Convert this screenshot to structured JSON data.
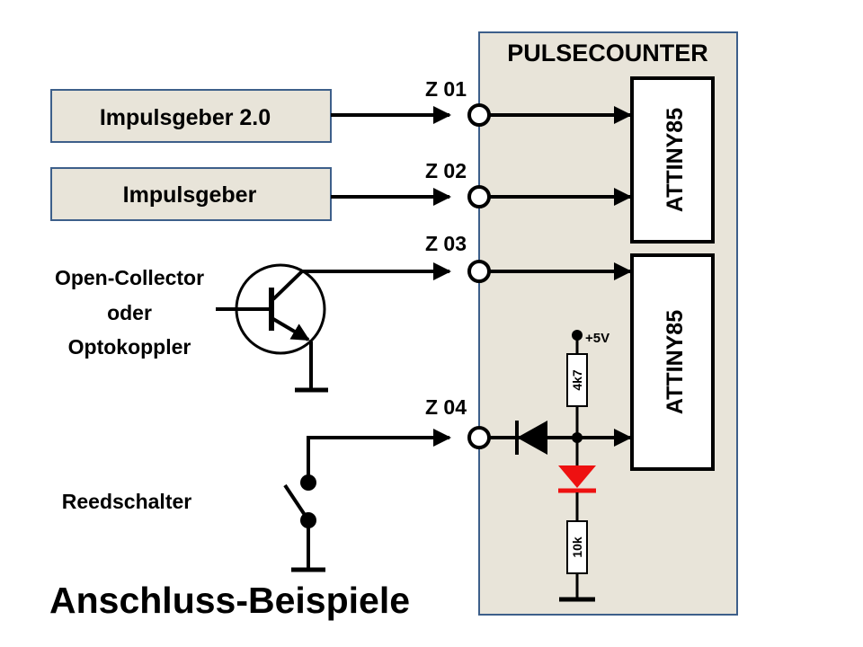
{
  "module": {
    "title": "PULSECOUNTER"
  },
  "inputs": [
    {
      "source": "Impulsgeber 2.0",
      "terminal": "Z 01"
    },
    {
      "source": "Impulsgeber",
      "terminal": "Z 02"
    },
    {
      "terminal": "Z 03"
    },
    {
      "terminal": "Z 04"
    }
  ],
  "chips": {
    "chip1": "ATTINY85",
    "chip2": "ATTINY85"
  },
  "labels": {
    "open_collector_line1": "Open-Collector",
    "open_collector_line2": "oder",
    "open_collector_line3": "Optokoppler",
    "reedschalter": "Reedschalter",
    "footer": "Anschluss-Beispiele"
  },
  "components": {
    "supply": "+5V",
    "pullup_resistor": "4k7",
    "led_resistor": "10k"
  },
  "colors": {
    "box_fill": "#e8e4d9",
    "box_stroke": "#3d5f8a",
    "led": "#ee1111",
    "line": "#000000"
  }
}
